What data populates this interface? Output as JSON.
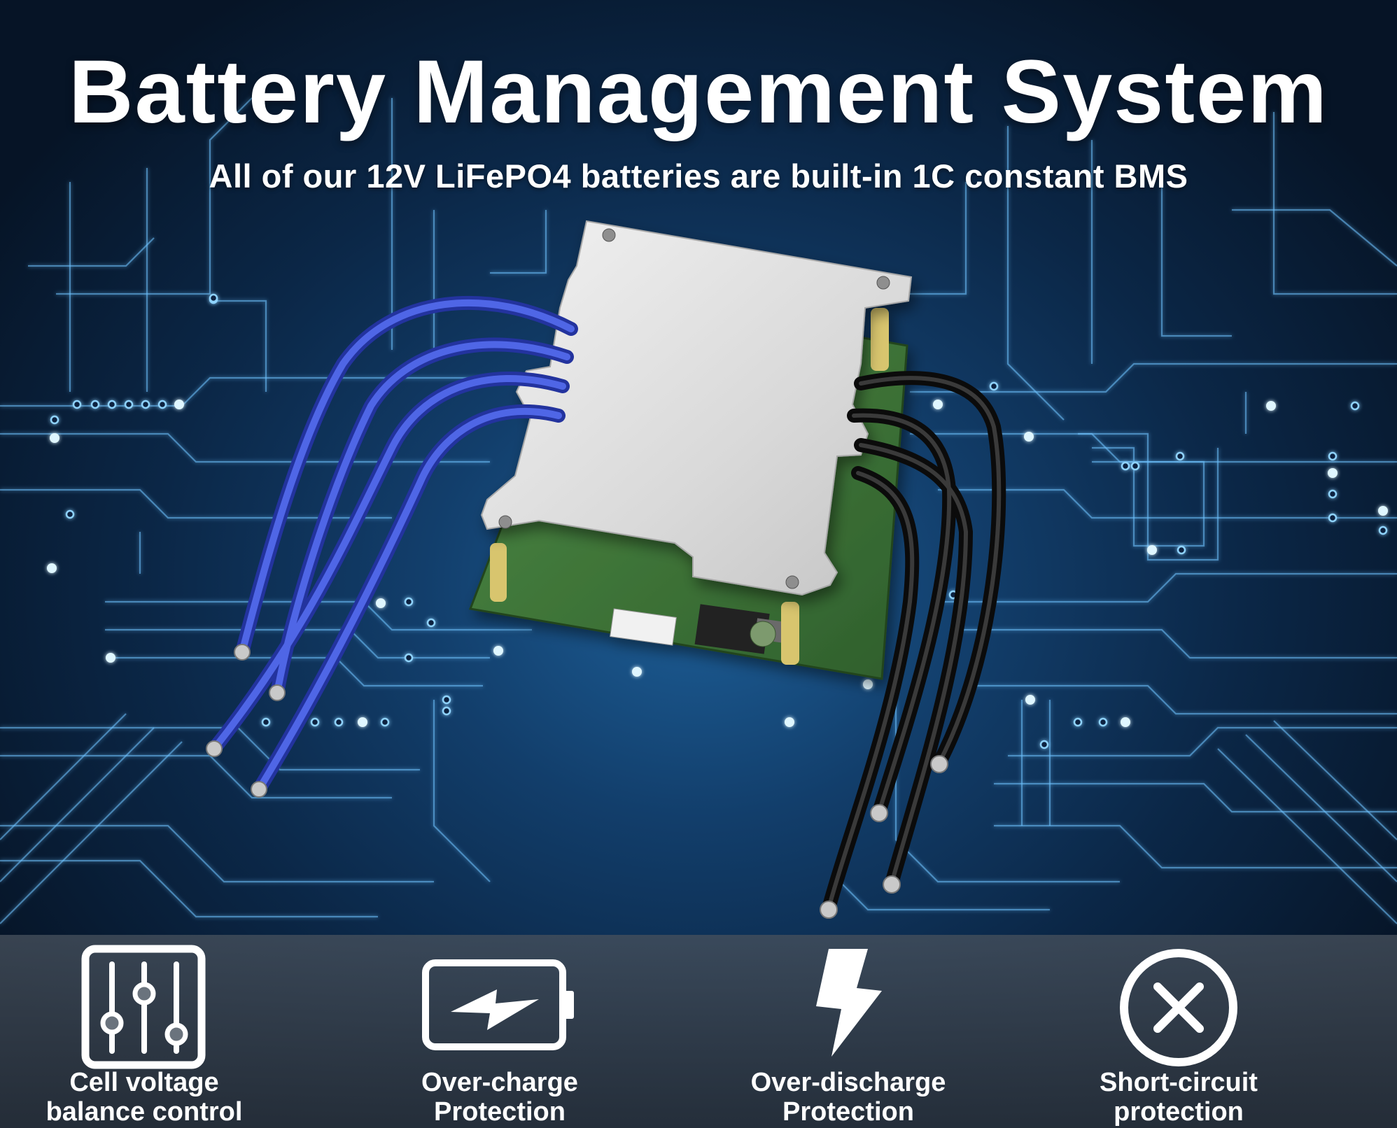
{
  "header": {
    "title": "Battery Management System",
    "subtitle": "All of our 12V LiFePO4 batteries are built-in 1C constant BMS"
  },
  "features": [
    {
      "icon": "slider-controls-icon",
      "label": "Cell  voltage\nbalance control"
    },
    {
      "icon": "battery-charge-icon",
      "label": "Over-charge\nProtection"
    },
    {
      "icon": "lightning-bolt-icon",
      "label": "Over-discharge\nProtection"
    },
    {
      "icon": "x-circle-icon",
      "label": "Short-circuit\nprotection"
    }
  ],
  "colors": {
    "accent_glow": "#4fd0ff",
    "blue_wire": "#3a4fd0",
    "black_wire": "#141414",
    "pcb_green": "#3e7a3a",
    "plate": "#dcdcdc"
  }
}
